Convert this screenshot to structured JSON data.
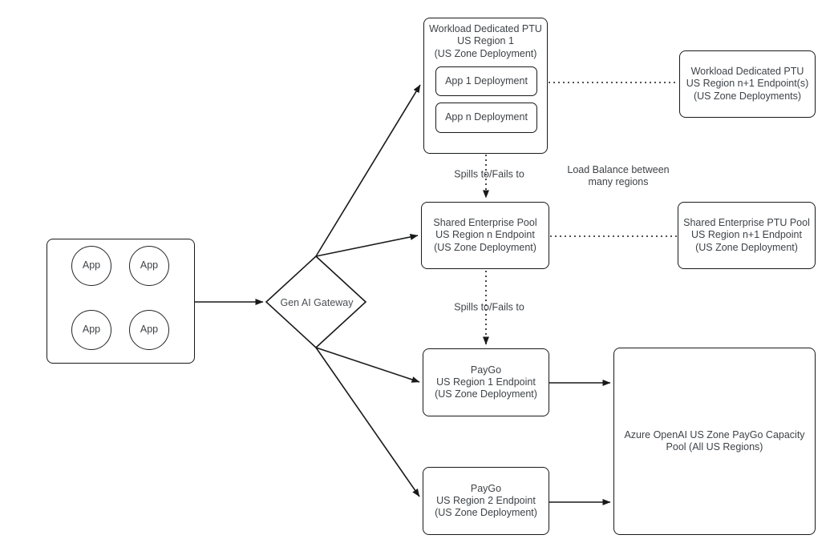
{
  "colors": {
    "background": "#ffffff",
    "stroke": "#18191a",
    "text": "#3e4347"
  },
  "source_apps": {
    "items": [
      "App",
      "App",
      "App",
      "App"
    ]
  },
  "gateway": {
    "label": "Gen AI Gateway"
  },
  "nodes": {
    "workload_r1": {
      "lines": [
        "Workload Dedicated PTU",
        "US Region 1",
        "(US Zone Deployment)"
      ],
      "deployments": [
        "App 1 Deployment",
        "App n Deployment"
      ]
    },
    "workload_rn1": {
      "lines": [
        "Workload Dedicated PTU",
        "US Region n+1 Endpoint(s)",
        "(US Zone Deployments)"
      ]
    },
    "shared_rn": {
      "lines": [
        "Shared Enterprise Pool",
        "US Region n Endpoint",
        "(US Zone Deployment)"
      ]
    },
    "shared_rn1": {
      "lines": [
        "Shared Enterprise PTU Pool",
        "US Region n+1 Endpoint",
        "(US Zone Deployment)"
      ]
    },
    "paygo_r1": {
      "lines": [
        "PayGo",
        "US Region 1 Endpoint",
        "(US Zone Deployment)"
      ]
    },
    "paygo_r2": {
      "lines": [
        "PayGo",
        "US Region 2 Endpoint",
        "(US Zone Deployment)"
      ]
    },
    "azure_pool": {
      "lines": [
        "Azure OpenAI US Zone PayGo Capacity",
        "Pool (All US Regions)"
      ]
    }
  },
  "edge_labels": {
    "spills_top": "Spills to/Fails to",
    "spills_mid": "Spills to/Fails to",
    "load_balance": [
      "Load Balance between",
      "many regions"
    ]
  }
}
